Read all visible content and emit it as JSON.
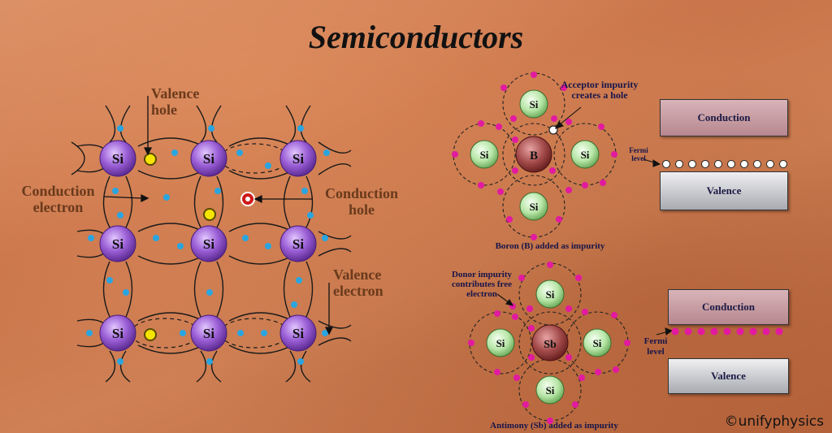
{
  "title": "Semiconductors",
  "lattice": {
    "atom_label": "Si",
    "labels": {
      "valence_hole": "Valence hole",
      "conduction_electron": "Conduction electron",
      "conduction_hole": "Conduction hole",
      "valence_electron": "Valence electron"
    }
  },
  "p_type": {
    "center_atom": "B",
    "neighbor_atom": "Si",
    "acceptor_note": "Acceptor impurity creates a hole",
    "caption": "Boron (B) added as impurity",
    "band": {
      "conduction": "Conduction",
      "valence": "Valence",
      "fermi": "Fermi level"
    }
  },
  "n_type": {
    "center_atom": "Sb",
    "neighbor_atom": "Si",
    "donor_note": "Donor impurity contributes free electron",
    "caption": "Antimony (Sb) added as impurity",
    "band": {
      "conduction": "Conduction",
      "valence": "Valence",
      "fermi": "Fermi level"
    }
  },
  "copyright": "©unifyphysics",
  "colors": {
    "si_atom": "#9b5fd6",
    "electron_cyan": "#2aa5e0",
    "electron_magenta": "#e21aa0",
    "hole_yellow": "#f5e400",
    "conduction_hole_red": "#d01818"
  }
}
